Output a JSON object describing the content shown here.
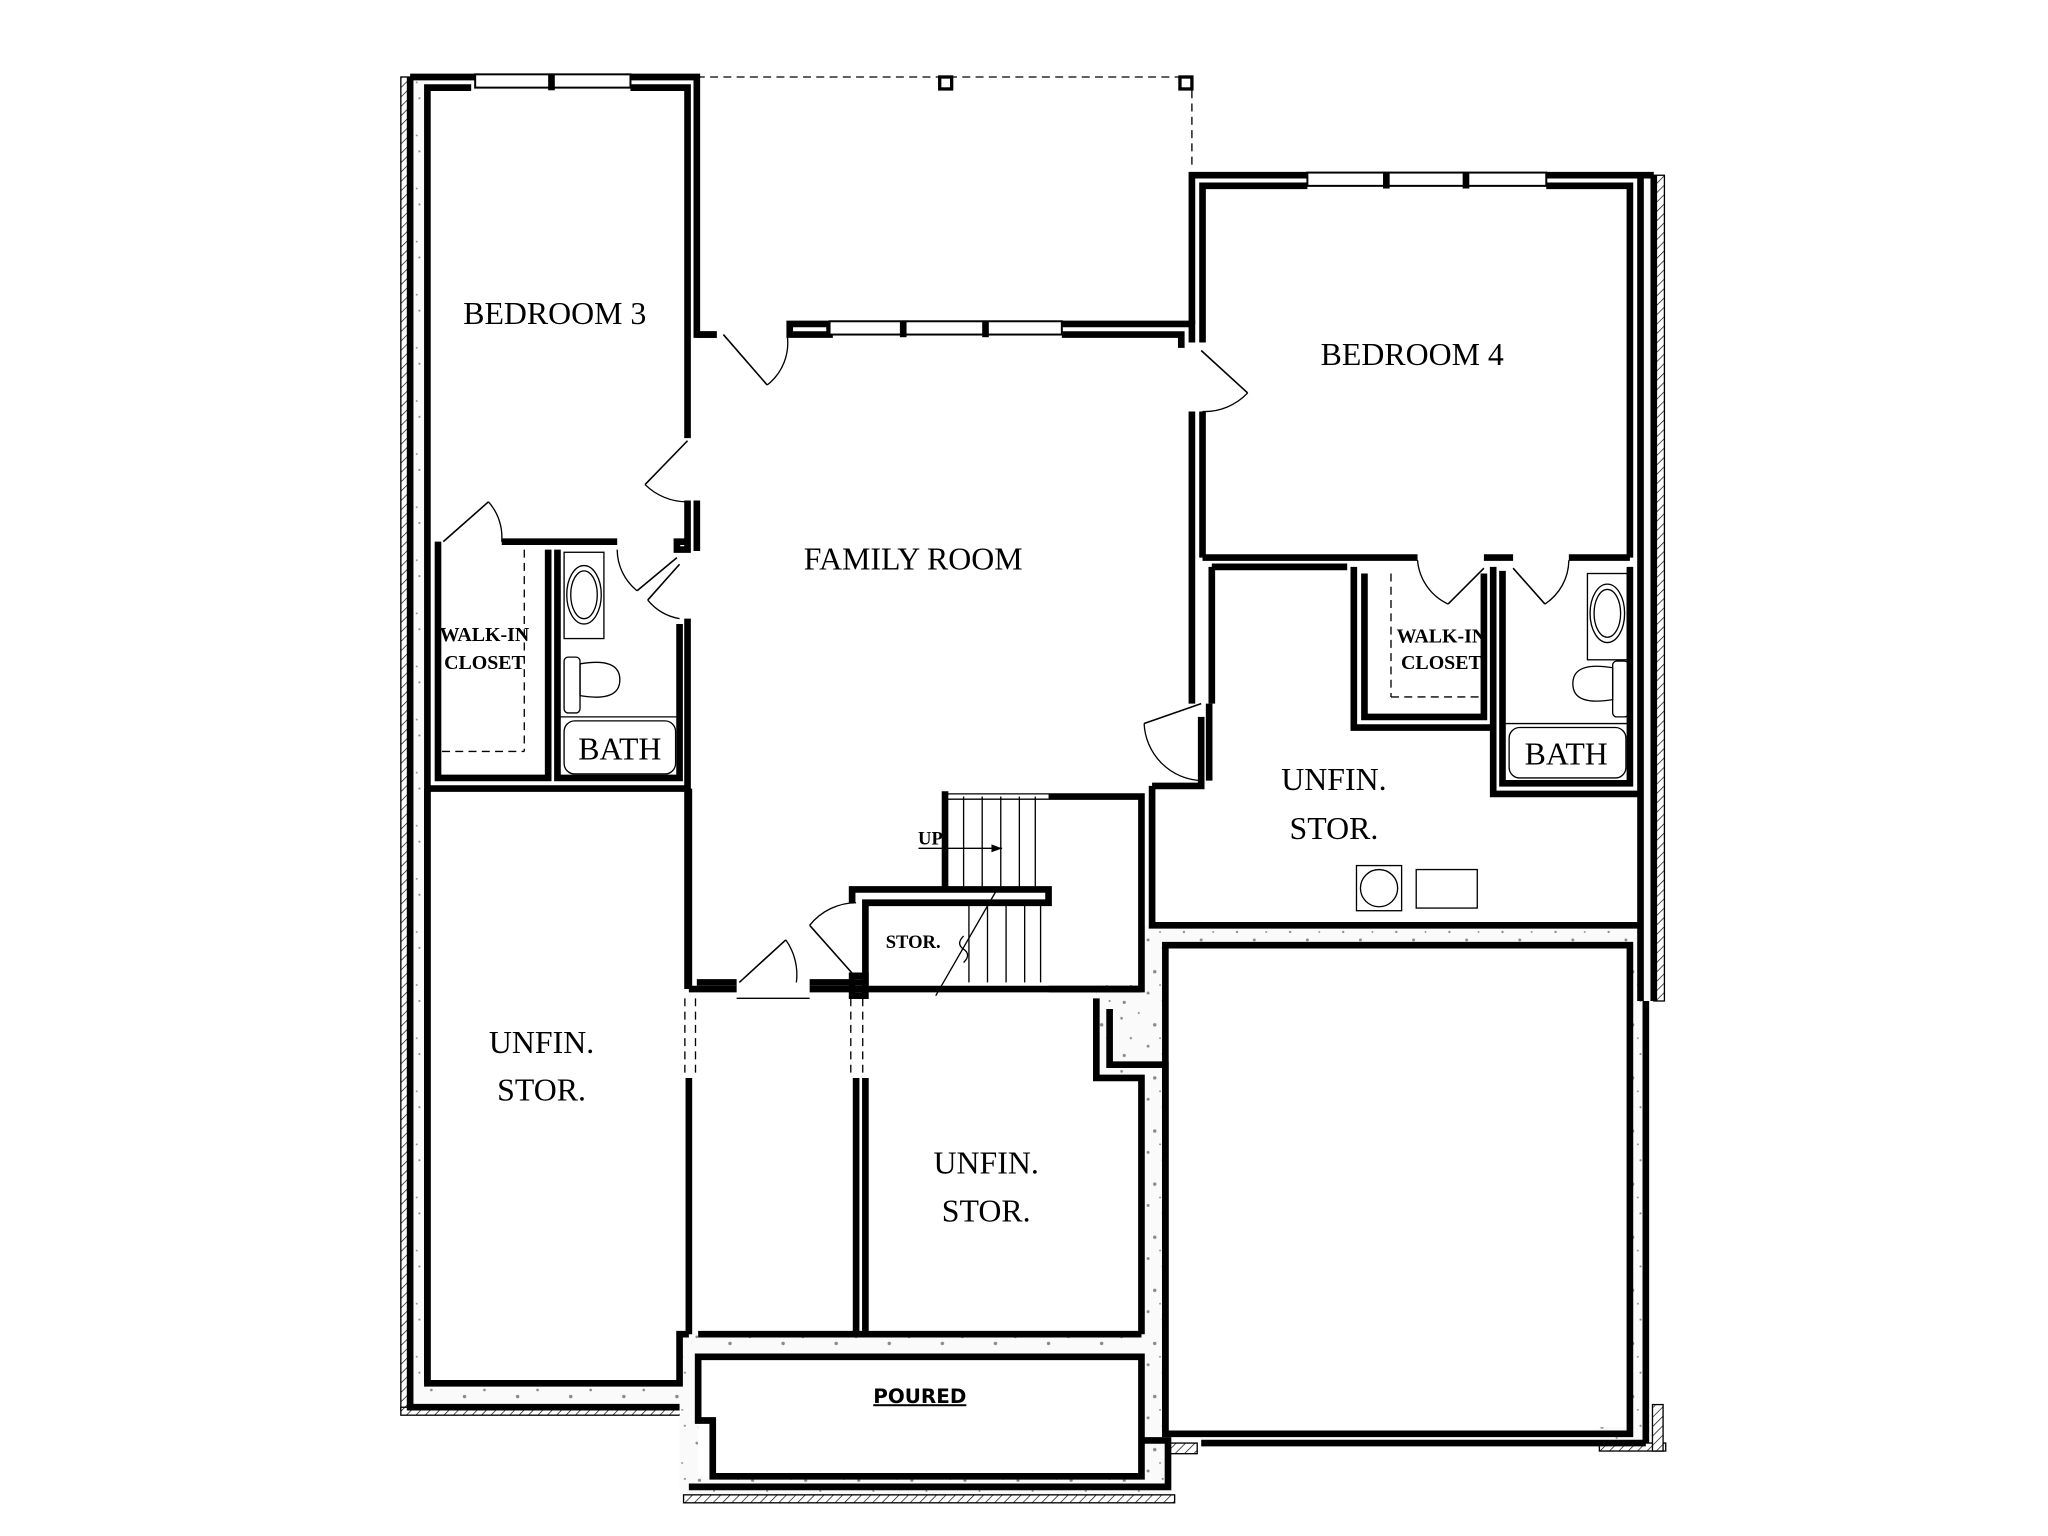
{
  "plan": {
    "title": "Basement Floor Plan",
    "rooms": [
      {
        "id": "bedroom-3",
        "label": "BEDROOM 3"
      },
      {
        "id": "bedroom-4",
        "label": "BEDROOM 4"
      },
      {
        "id": "family-room",
        "label": "FAMILY ROOM"
      },
      {
        "id": "walk-in-closet-left",
        "line1": "WALK-IN",
        "line2": "CLOSET"
      },
      {
        "id": "walk-in-closet-right",
        "line1": "WALK-IN",
        "line2": "CLOSET"
      },
      {
        "id": "bath-left",
        "label": "BATH"
      },
      {
        "id": "bath-right",
        "label": "BATH"
      },
      {
        "id": "unfin-stor-right",
        "line1": "UNFIN.",
        "line2": "STOR."
      },
      {
        "id": "unfin-stor-left",
        "line1": "UNFIN.",
        "line2": "STOR."
      },
      {
        "id": "unfin-stor-center",
        "line1": "UNFIN.",
        "line2": "STOR."
      },
      {
        "id": "stor-under-stairs",
        "label": "STOR."
      },
      {
        "id": "poured",
        "label": "POURED"
      }
    ],
    "stairs": {
      "direction_label": "UP"
    },
    "colors": {
      "wall": "#000000",
      "background": "#ffffff",
      "foundation": "#f4f4f4",
      "speckle": "#8a8a8a"
    }
  }
}
